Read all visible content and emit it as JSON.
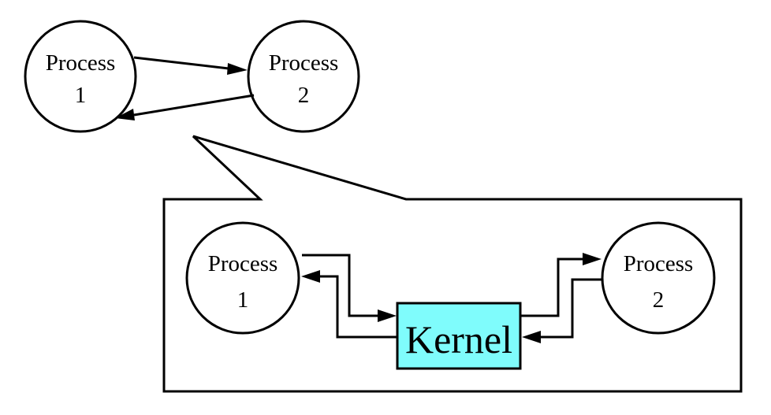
{
  "top": {
    "nodes": [
      {
        "id": "p1",
        "line1": "Process",
        "line2": "1"
      },
      {
        "id": "p2",
        "line1": "Process",
        "line2": "2"
      }
    ],
    "edges": [
      {
        "from": "p1",
        "to": "p2"
      },
      {
        "from": "p2",
        "to": "p1"
      }
    ]
  },
  "detail": {
    "nodes": [
      {
        "id": "p1",
        "line1": "Process",
        "line2": "1"
      },
      {
        "id": "p2",
        "line1": "Process",
        "line2": "2"
      }
    ],
    "kernel": {
      "label": "Kernel",
      "fill": "#7ffcfc"
    },
    "edges": [
      {
        "from": "p1",
        "to": "kernel"
      },
      {
        "from": "kernel",
        "to": "p1"
      },
      {
        "from": "kernel",
        "to": "p2"
      },
      {
        "from": "p2",
        "to": "kernel"
      }
    ]
  }
}
